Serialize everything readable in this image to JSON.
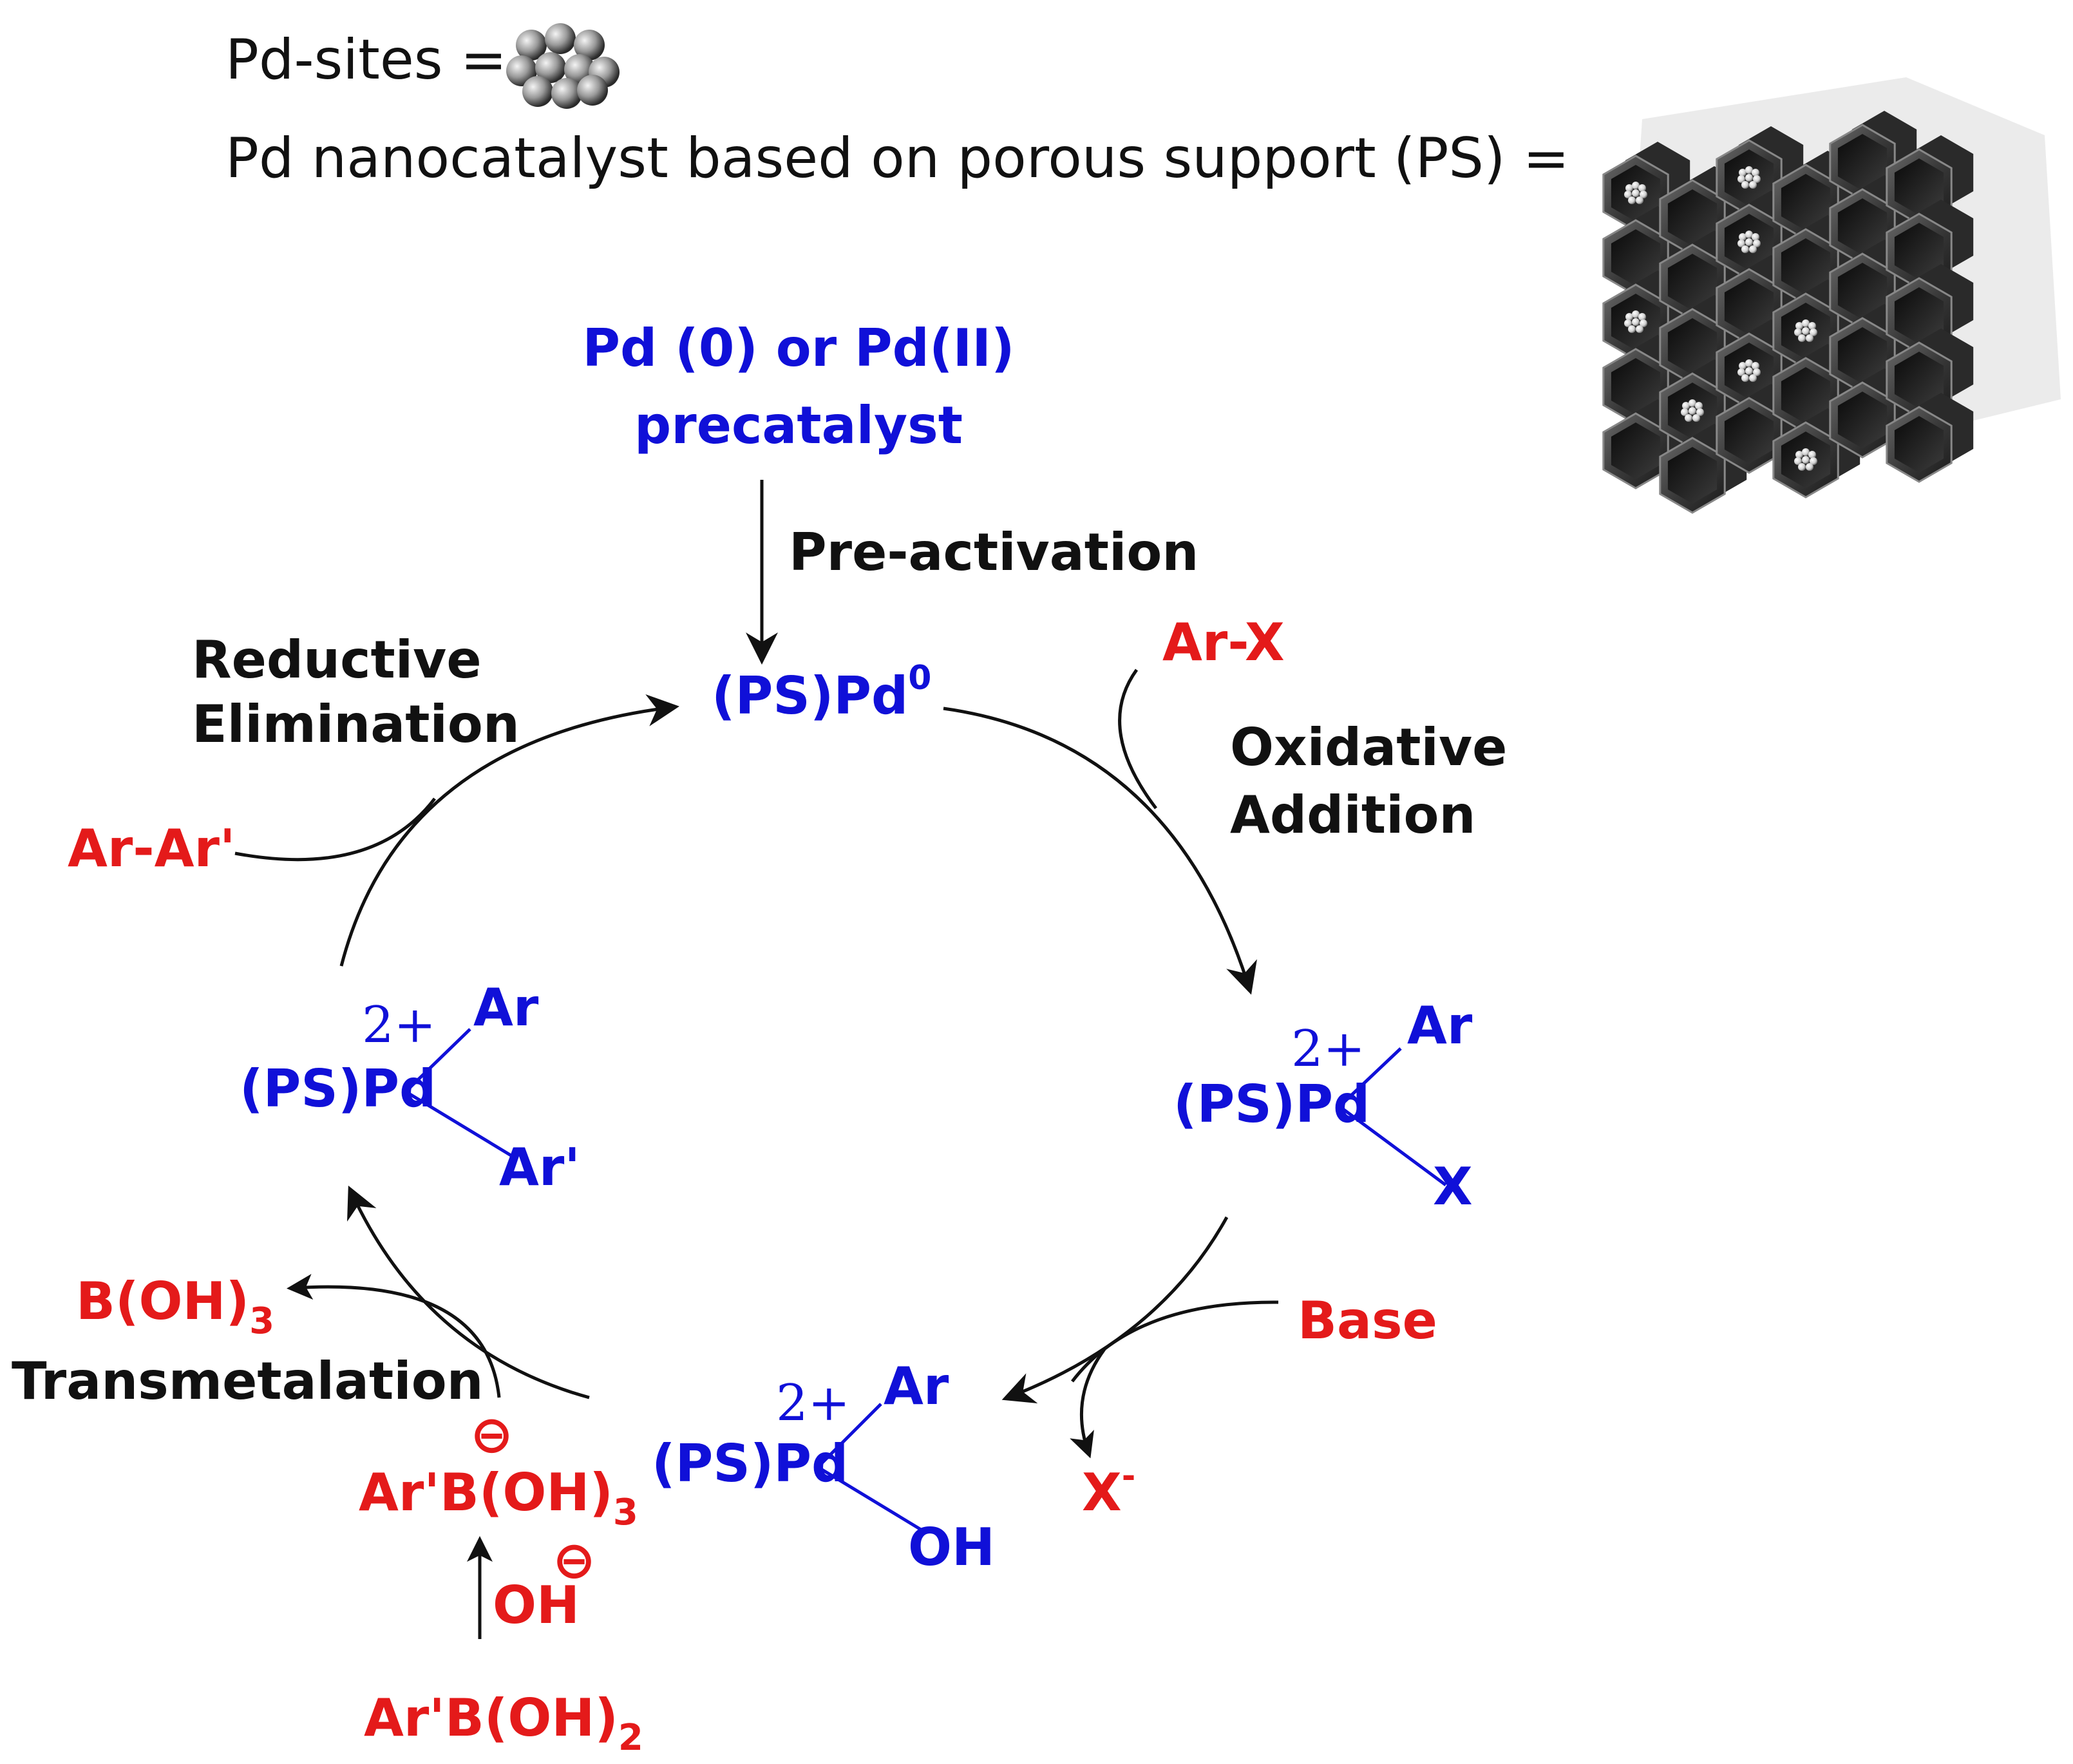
{
  "header": {
    "pd_sites_label": "Pd-sites =",
    "nanocatalyst_label": "Pd nanocatalyst based on porous support  (PS) ="
  },
  "precatalyst": {
    "line1": "Pd (0) or Pd(II)",
    "line2": "precatalyst"
  },
  "steps": {
    "preactivation": "Pre-activation",
    "oxidative_1": "Oxidative",
    "oxidative_2": "Addition",
    "reductive_1": "Reductive",
    "reductive_2": "Elimination",
    "transmetalation": "Transmetalation"
  },
  "species": {
    "pd0": "(PS)Pd",
    "pd0_sup": "0",
    "ar_x": "Ar-X",
    "ar_ar": "Ar-Ar'",
    "base": "Base",
    "x_minus": "X",
    "x_minus_sup": "-",
    "b_oh3": "B(OH)",
    "b_oh3_sub": "3",
    "borate": "Ar'B(OH)",
    "borate_sub": "3",
    "borate_charge": "⊖",
    "oh": "OH",
    "oh_charge": "⊖",
    "boronic_acid": "Ar'B(OH)",
    "boronic_acid_sub": "2"
  },
  "complexes": {
    "oxidative": {
      "center": "(PS)Pd",
      "charge": "2+",
      "ligand1": "Ar",
      "ligand2": "X"
    },
    "hydroxo": {
      "center": "(PS)Pd",
      "charge": "2+",
      "ligand1": "Ar",
      "ligand2": "OH"
    },
    "diaryl": {
      "center": "(PS)Pd",
      "charge": "2+",
      "ligand1": "Ar",
      "ligand2": "Ar'"
    }
  },
  "colors": {
    "species_blue": "#1010d8",
    "reagent_red": "#e41a1a",
    "text_black": "#111111"
  }
}
